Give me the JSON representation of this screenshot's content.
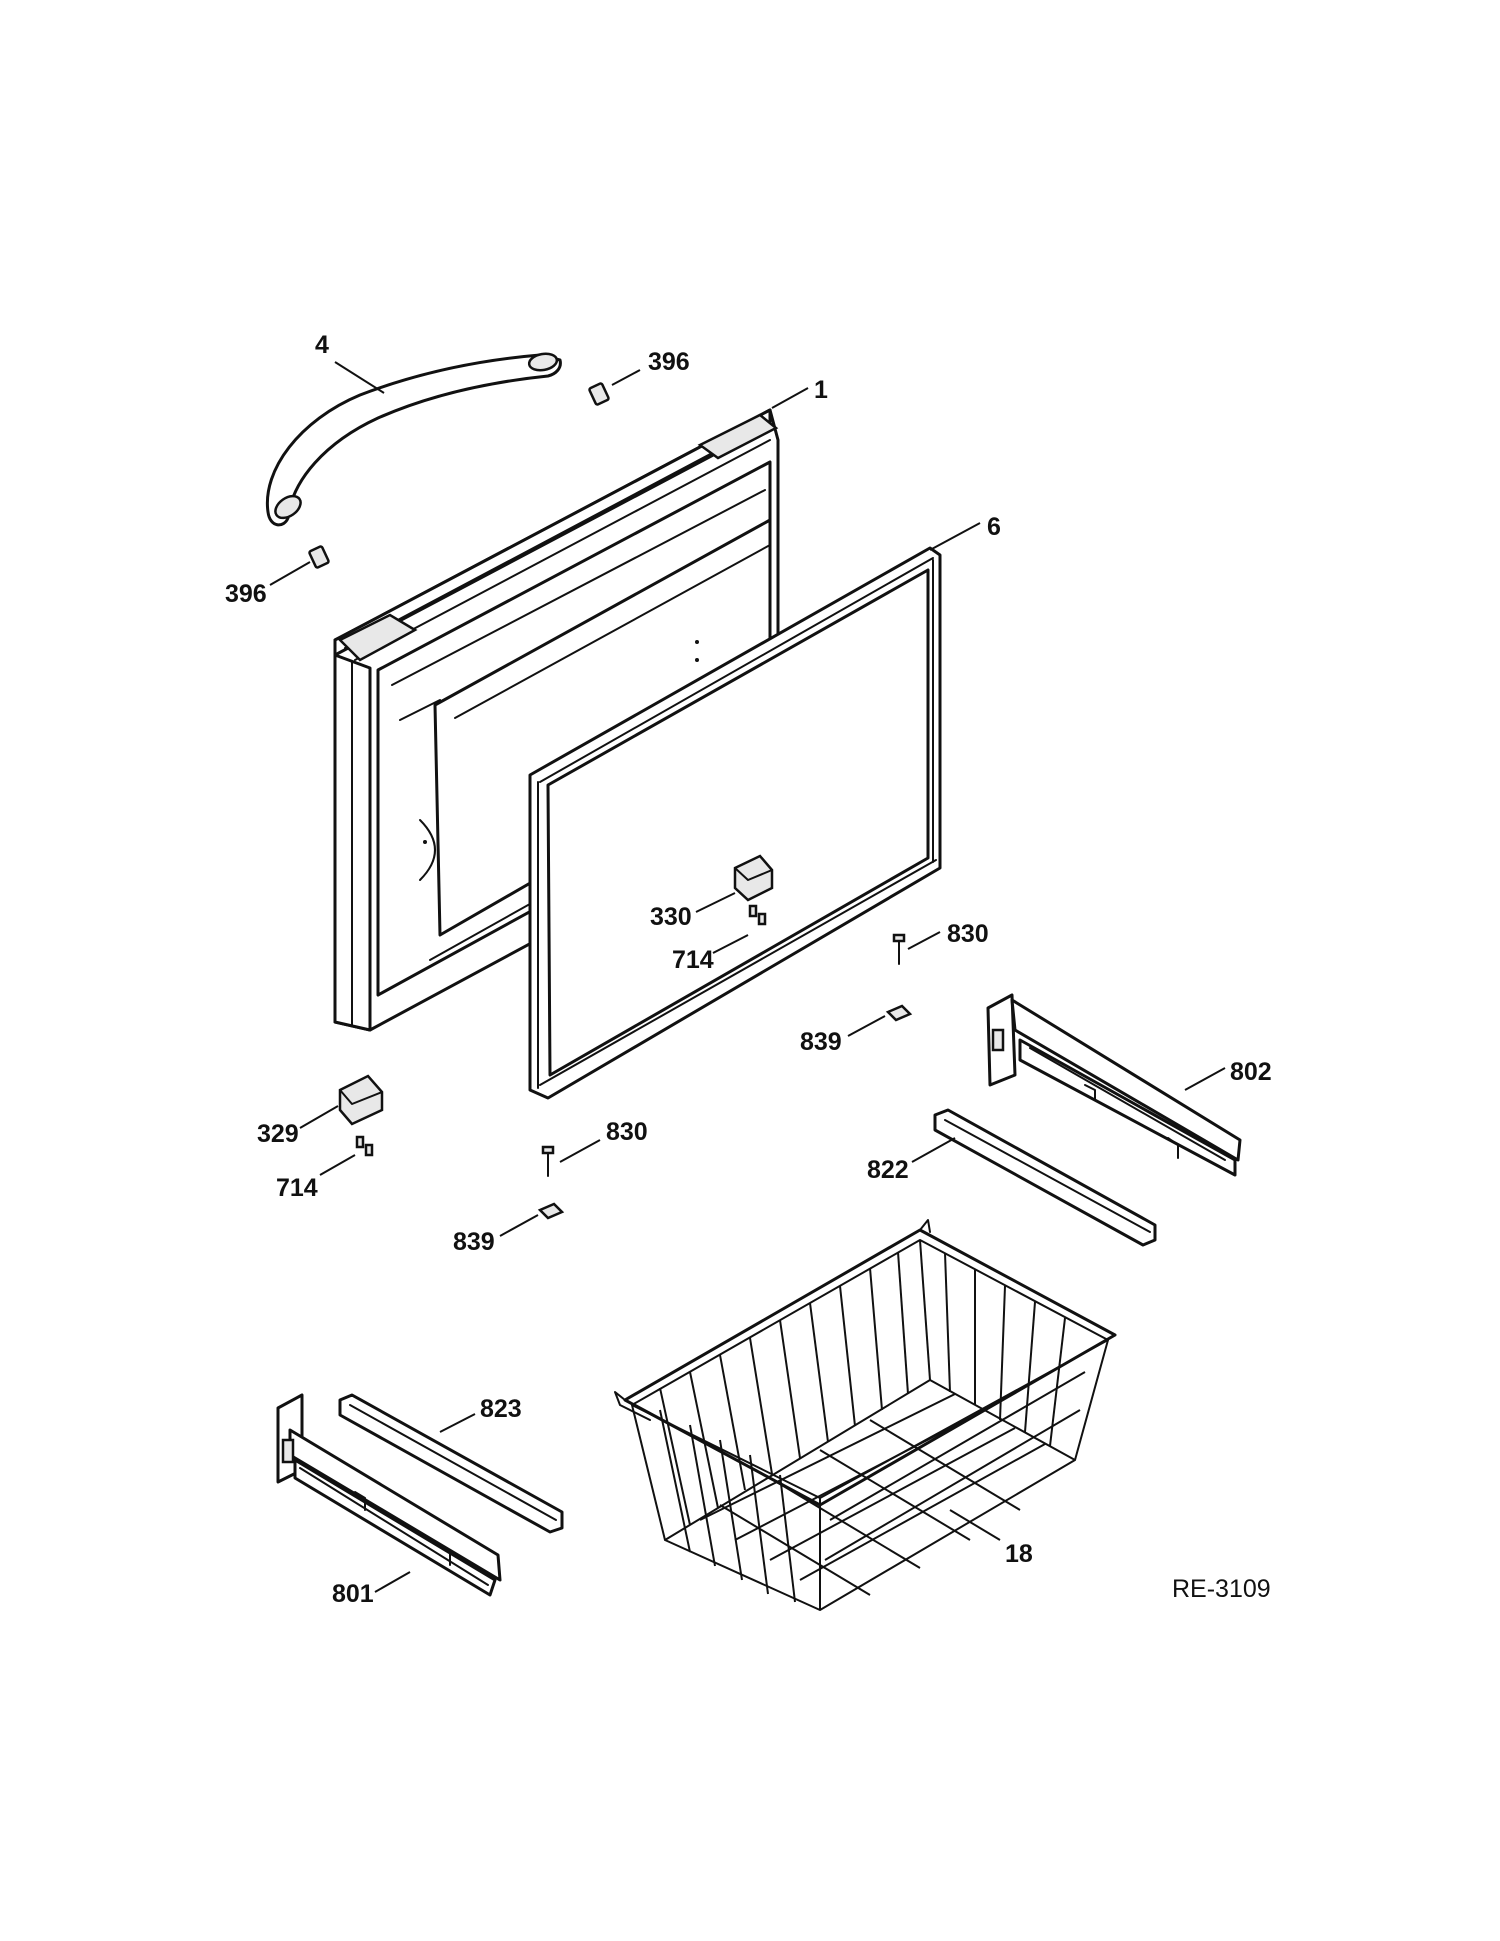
{
  "diagram": {
    "callouts": {
      "handle": "4",
      "screw_top": "396",
      "screw_left": "396",
      "door": "1",
      "gasket": "6",
      "hinge_right": "330",
      "hinge_screw_right": "714",
      "screw_830_right": "830",
      "nut_839_right": "839",
      "slide_right": "802",
      "rail_right": "822",
      "hinge_left": "329",
      "hinge_screw_left": "714",
      "screw_830_left": "830",
      "nut_839_left": "839",
      "rail_left": "823",
      "slide_left": "801",
      "basket": "18"
    },
    "drawing_id": "RE-3109"
  }
}
